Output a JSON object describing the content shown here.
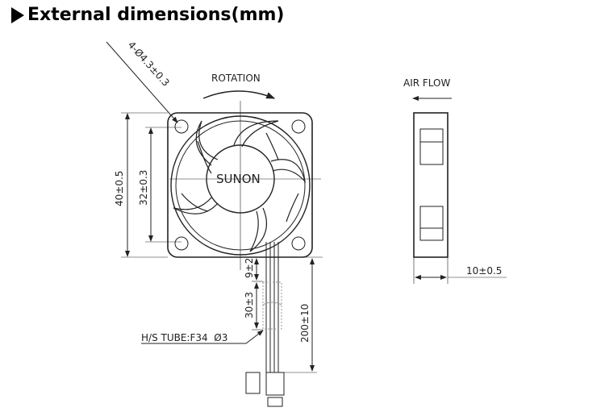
{
  "title": "External dimensions(mm)",
  "labels": {
    "rotation": "ROTATION",
    "air_flow": "AIR FLOW",
    "brand": "SUNON",
    "hole_spec": "4-Ø4.3±0.3",
    "height": "40±0.5",
    "hole_pitch": "32±0.3",
    "depth": "10±0.5",
    "lead_exit": "9±2",
    "tube_length": "30±3",
    "cable_length": "200±10",
    "tube_spec": "H/S TUBE:F34  Ø3"
  }
}
